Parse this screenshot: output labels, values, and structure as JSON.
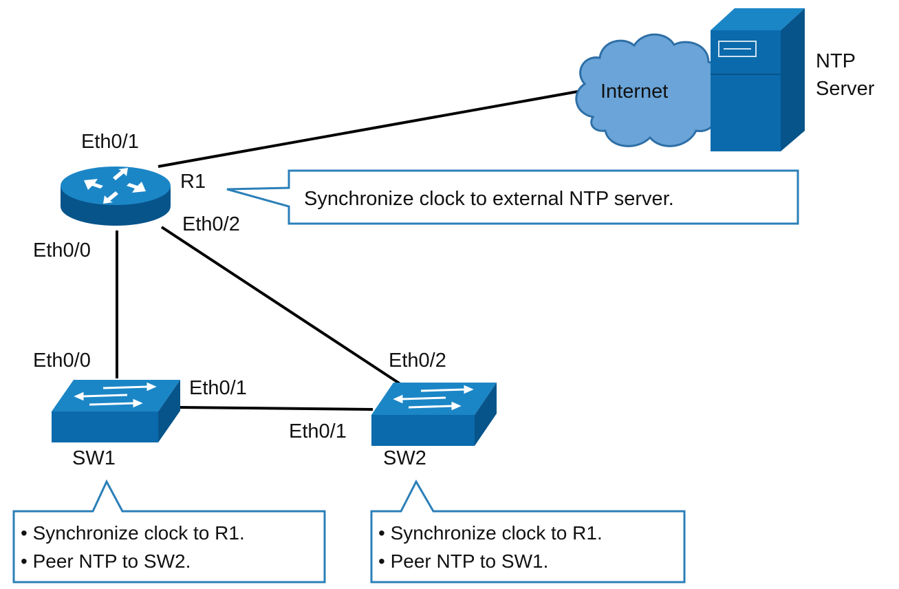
{
  "colors": {
    "device_blue": "#0b6aab",
    "device_light": "#1b86c6",
    "device_dark": "#07548a",
    "cloud_blue": "#6aa4d8",
    "callout_border": "#2b7fb8",
    "link_color": "#000000"
  },
  "icons": {
    "router": "router-icon",
    "switch": "switch-icon",
    "cloud": "internet-cloud-icon",
    "server": "server-icon"
  },
  "devices": {
    "r1": "R1",
    "sw1": "SW1",
    "sw2": "SW2",
    "internet": "Internet",
    "ntp_line1": "NTP",
    "ntp_line2": "Server"
  },
  "interfaces": {
    "r1_eth01": "Eth0/1",
    "r1_eth02": "Eth0/2",
    "r1_eth00": "Eth0/0",
    "sw1_eth00": "Eth0/0",
    "sw1_eth01": "Eth0/1",
    "sw2_eth01": "Eth0/1",
    "sw2_eth02": "Eth0/2"
  },
  "callouts": {
    "r1": "Synchronize clock to external NTP server.",
    "sw1": [
      "• Synchronize clock to R1.",
      "• Peer NTP to SW2."
    ],
    "sw2": [
      "• Synchronize clock to R1.",
      "• Peer NTP to SW1."
    ]
  }
}
